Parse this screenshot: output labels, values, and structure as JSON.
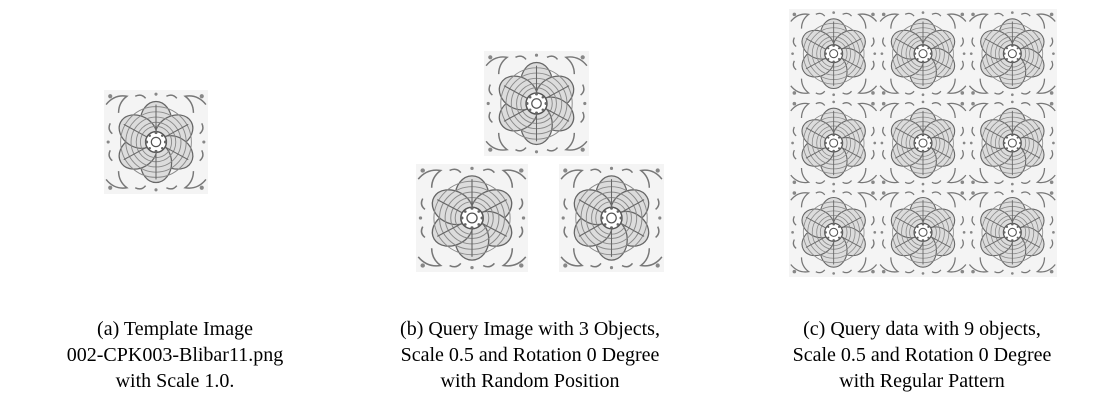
{
  "figure": {
    "panels": [
      {
        "id": "a",
        "image": "batik-motif-template",
        "caption_lines": [
          "(a) Template Image",
          "002-CPK003-Blibar11.png",
          "with Scale 1.0."
        ]
      },
      {
        "id": "b",
        "image": "query-image-3-objects",
        "caption_lines": [
          "(b) Query Image with 3 Objects,",
          "Scale 0.5 and Rotation 0 Degree",
          "with Random Position"
        ]
      },
      {
        "id": "c",
        "image": "query-data-9-objects",
        "caption_lines": [
          "(c) Query data with 9 objects,",
          "Scale 0.5 and Rotation 0 Degree",
          "with Regular Pattern"
        ]
      }
    ]
  }
}
